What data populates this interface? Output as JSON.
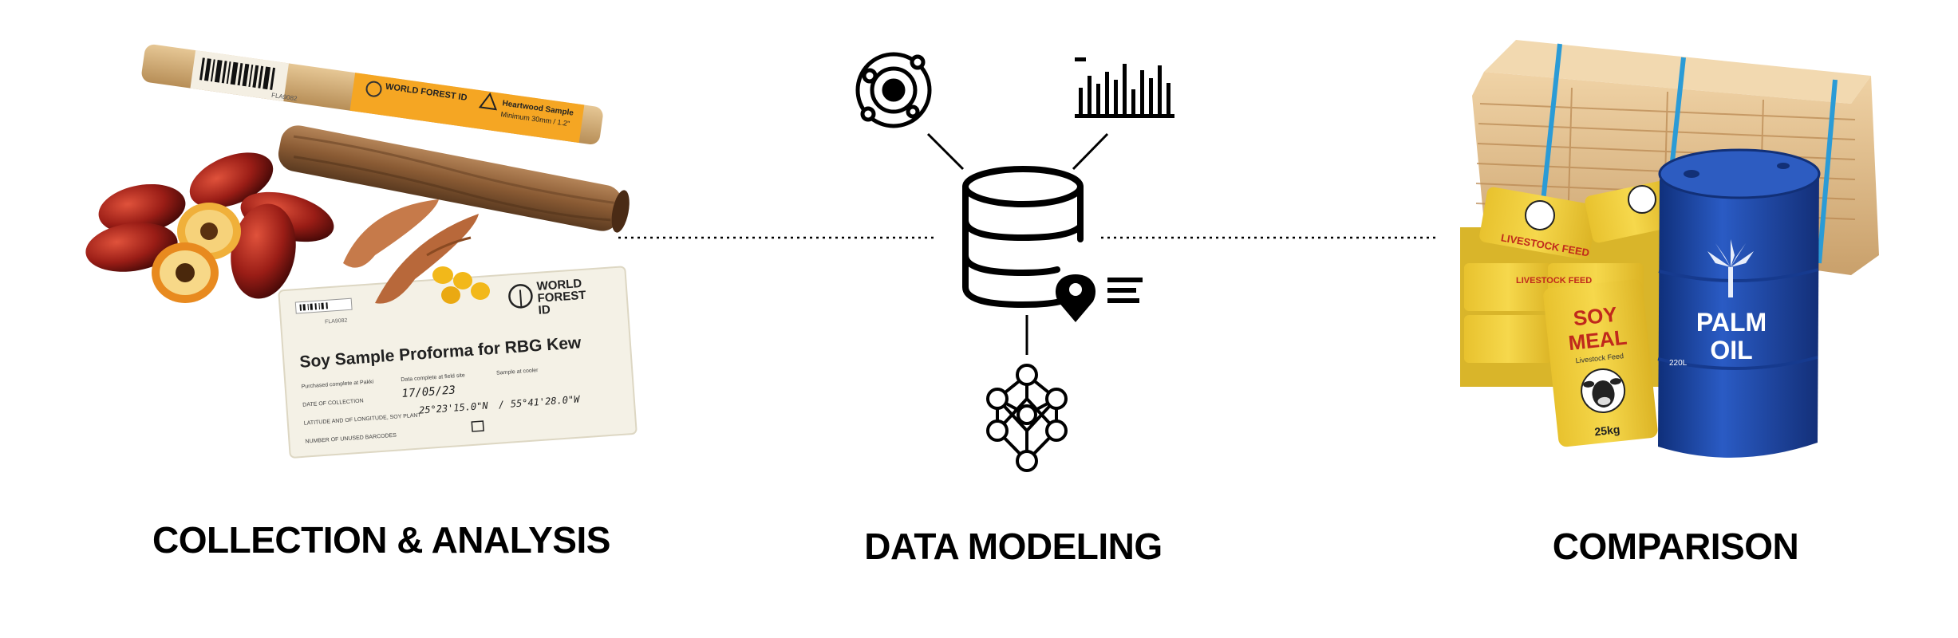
{
  "stages": [
    {
      "id": "collection",
      "label": "COLLECTION & ANALYSIS"
    },
    {
      "id": "modeling",
      "label": "DATA MODELING"
    },
    {
      "id": "comparison",
      "label": "COMPARISON"
    }
  ],
  "specimen_tube": {
    "brand": "WORLD FOREST ID",
    "warning": "Heartwood Sample",
    "size": "Minimum 30mm / 1.2\"",
    "code": "FLA9082"
  },
  "proforma_card": {
    "brand_line1": "WORLD",
    "brand_line2": "FOREST",
    "brand_line3": "ID",
    "code": "FLA9082",
    "title": "Soy Sample Proforma for RBG Kew",
    "check1": "Purchased complete at Pakki",
    "check2": "Data complete at field site",
    "check3": "Sample at cooler",
    "date_label": "DATE OF COLLECTION",
    "date_value": "17/05/23",
    "latlon_label": "LATITUDE AND OF LONGITUDE, SOY PLANT",
    "lat_value": "25°23'15.0\"N",
    "lon_value": "55°41'28.0\"W",
    "barcodes_label": "NUMBER OF UNUSED BARCODES"
  },
  "feed_bag": {
    "line1": "SOY",
    "line2": "MEAL",
    "sub": "Livestock Feed",
    "weight": "25kg",
    "stack_label": "LIVESTOCK FEED"
  },
  "oil_drum": {
    "line1": "PALM",
    "line2": "OIL",
    "volume": "220L"
  },
  "icons": [
    "orbit-icon",
    "bar-chart-icon",
    "database-icon",
    "location-pin-icon",
    "neural-network-icon"
  ],
  "colors": {
    "drum": "#1f4fae",
    "bag": "#f2cf3c",
    "tube": "#f5a623",
    "wood": "#d9b07a"
  }
}
